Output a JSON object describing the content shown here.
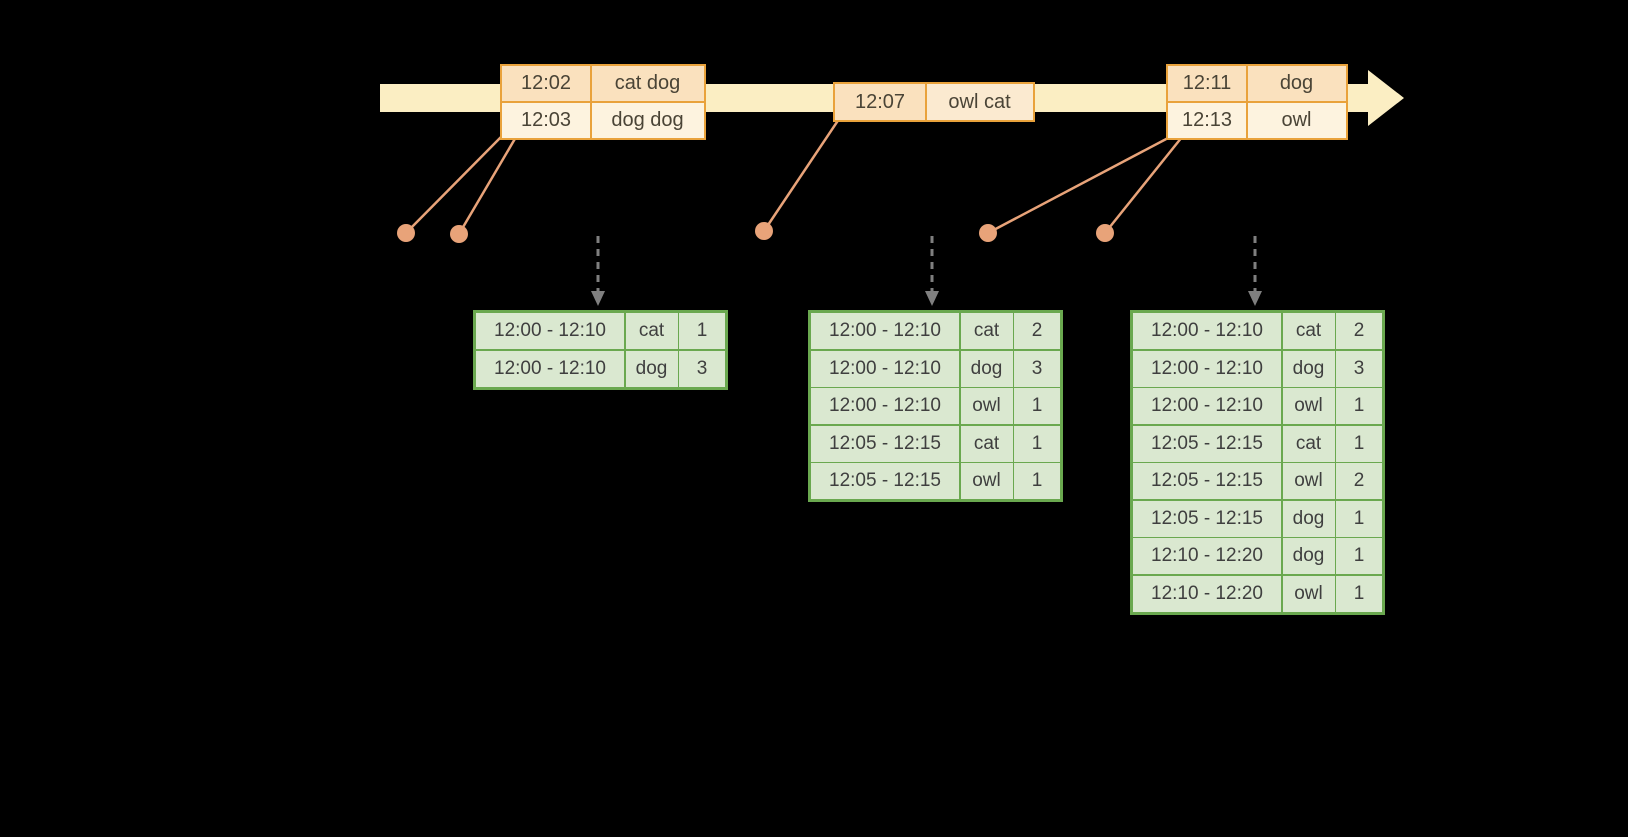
{
  "colors": {
    "background": "#000000",
    "timeline_fill": "#FBEEC3",
    "event_table_border": "#E9A23B",
    "event_fill_dark": "#FAE1BE",
    "event_fill_light": "#FDF3DF",
    "connector_orange": "#E8A379",
    "trigger_arrow_gray": "#7F7F7F",
    "result_table_border": "#6AA84F",
    "result_fill": "#DAE8D0",
    "text": "#404040"
  },
  "event_tables": [
    {
      "rows": [
        {
          "time": "12:02",
          "words": "cat dog"
        },
        {
          "time": "12:03",
          "words": "dog dog"
        }
      ]
    },
    {
      "rows": [
        {
          "time": "12:07",
          "words": "owl cat"
        }
      ]
    },
    {
      "rows": [
        {
          "time": "12:11",
          "words": "dog"
        },
        {
          "time": "12:13",
          "words": "owl"
        }
      ]
    }
  ],
  "result_tables": [
    {
      "rows": [
        {
          "window": "12:00 - 12:10",
          "word": "cat",
          "count": "1"
        },
        {
          "window": "12:00 - 12:10",
          "word": "dog",
          "count": "3"
        }
      ]
    },
    {
      "rows": [
        {
          "window": "12:00 - 12:10",
          "word": "cat",
          "count": "2"
        },
        {
          "window": "12:00 - 12:10",
          "word": "dog",
          "count": "3"
        },
        {
          "window": "12:00 - 12:10",
          "word": "owl",
          "count": "1"
        },
        {
          "window": "12:05 - 12:15",
          "word": "cat",
          "count": "1"
        },
        {
          "window": "12:05 - 12:15",
          "word": "owl",
          "count": "1"
        }
      ]
    },
    {
      "rows": [
        {
          "window": "12:00 - 12:10",
          "word": "cat",
          "count": "2"
        },
        {
          "window": "12:00 - 12:10",
          "word": "dog",
          "count": "3"
        },
        {
          "window": "12:00 - 12:10",
          "word": "owl",
          "count": "1"
        },
        {
          "window": "12:05 - 12:15",
          "word": "cat",
          "count": "1"
        },
        {
          "window": "12:05 - 12:15",
          "word": "owl",
          "count": "2"
        },
        {
          "window": "12:05 - 12:15",
          "word": "dog",
          "count": "1"
        },
        {
          "window": "12:10 - 12:20",
          "word": "dog",
          "count": "1"
        },
        {
          "window": "12:10 - 12:20",
          "word": "owl",
          "count": "1"
        }
      ]
    }
  ]
}
